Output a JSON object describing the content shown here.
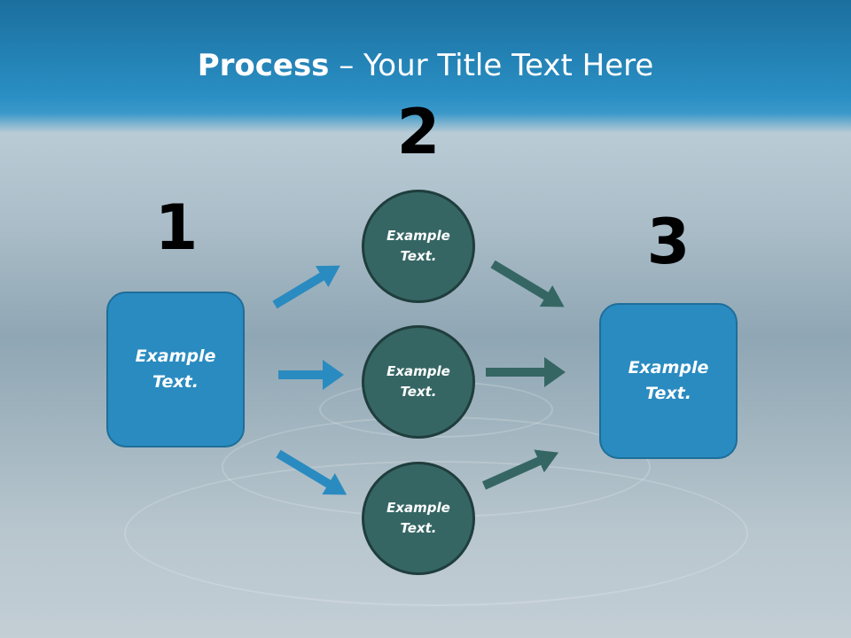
{
  "title": {
    "bold": "Process",
    "rest": " – Your Title Text Here"
  },
  "steps": [
    "1",
    "2",
    "3"
  ],
  "left_box": {
    "label": "Example Text."
  },
  "circles": [
    {
      "label": "Example Text."
    },
    {
      "label": "Example Text."
    },
    {
      "label": "Example Text."
    }
  ],
  "right_box": {
    "label": "Example Text."
  },
  "colors": {
    "box": "#2a8bc0",
    "circle": "#356664",
    "arrow_blue": "#2a8bc0",
    "arrow_teal": "#356664"
  }
}
